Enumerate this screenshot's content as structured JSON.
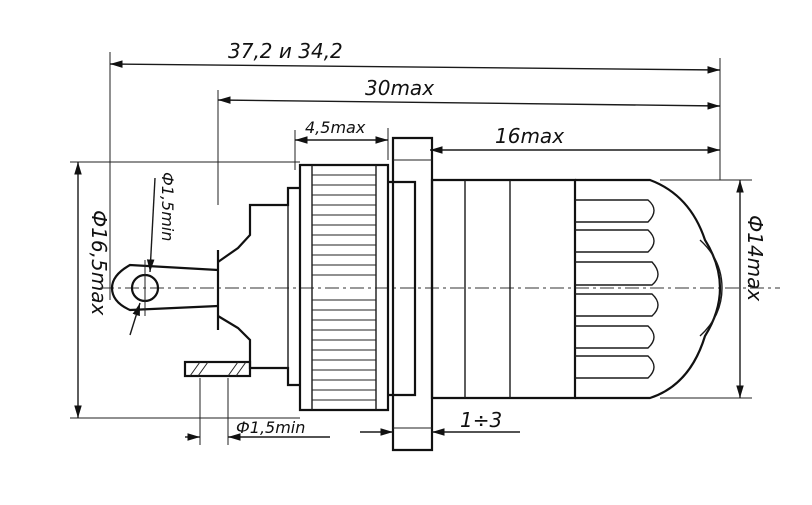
{
  "dimensions": {
    "overall_length": "37,2 и 34,2",
    "body_length": "30max",
    "ring_width": "4,5max",
    "cap_length": "16max",
    "body_diameter": "Ф16,5max",
    "cap_diameter": "Ф14max",
    "hole_diameter_top": "Ф1,5min",
    "hole_diameter_bottom": "Ф1,5min",
    "panel_thickness": "1÷3"
  }
}
